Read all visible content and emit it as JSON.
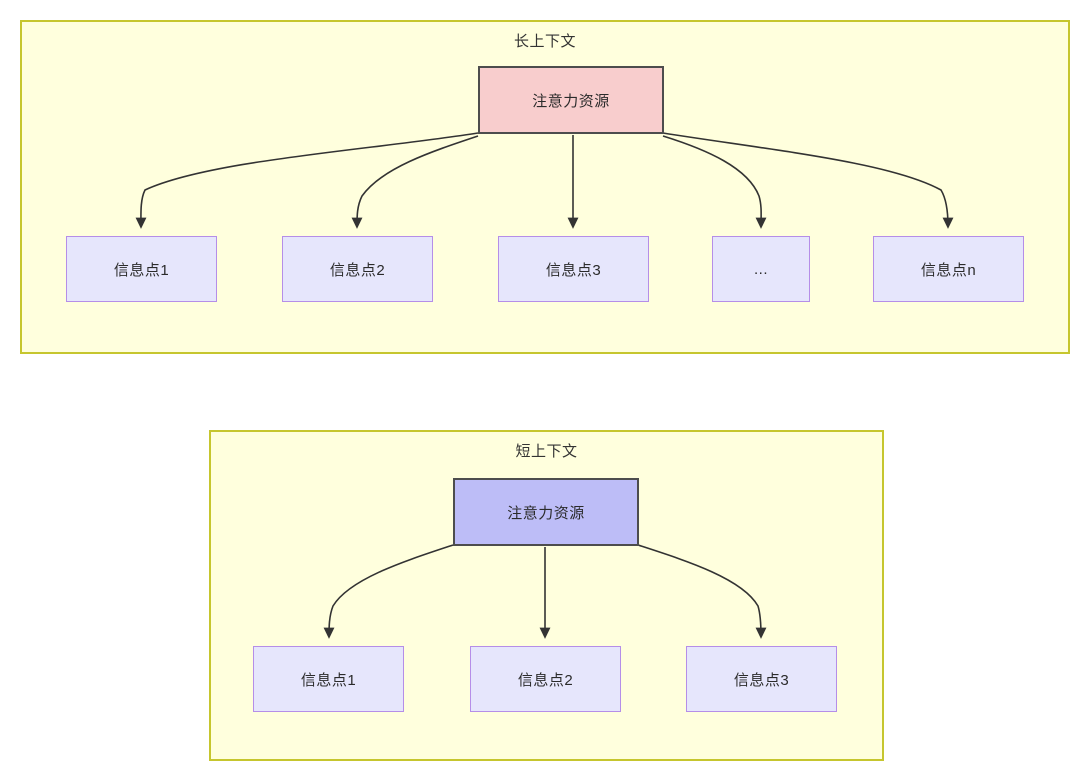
{
  "colors": {
    "panel_fill": "#ffffdd",
    "panel_border": "#c6c62e",
    "attention_long_fill": "#f8cdcd",
    "attention_short_fill": "#bdbdf7",
    "node_border_dark": "#4d4d4d",
    "info_fill": "#e6e6fc",
    "info_border": "#b58ee8",
    "edge_stroke": "#333333",
    "text": "#2b2b2b",
    "background": "#ffffff"
  },
  "panels": [
    {
      "id": "long-context",
      "title": "长上下文",
      "root": {
        "label": "注意力资源"
      },
      "children": [
        {
          "label": "信息点1"
        },
        {
          "label": "信息点2"
        },
        {
          "label": "信息点3"
        },
        {
          "label": "..."
        },
        {
          "label": "信息点n"
        }
      ]
    },
    {
      "id": "short-context",
      "title": "短上下文",
      "root": {
        "label": "注意力资源"
      },
      "children": [
        {
          "label": "信息点1"
        },
        {
          "label": "信息点2"
        },
        {
          "label": "信息点3"
        }
      ]
    }
  ]
}
